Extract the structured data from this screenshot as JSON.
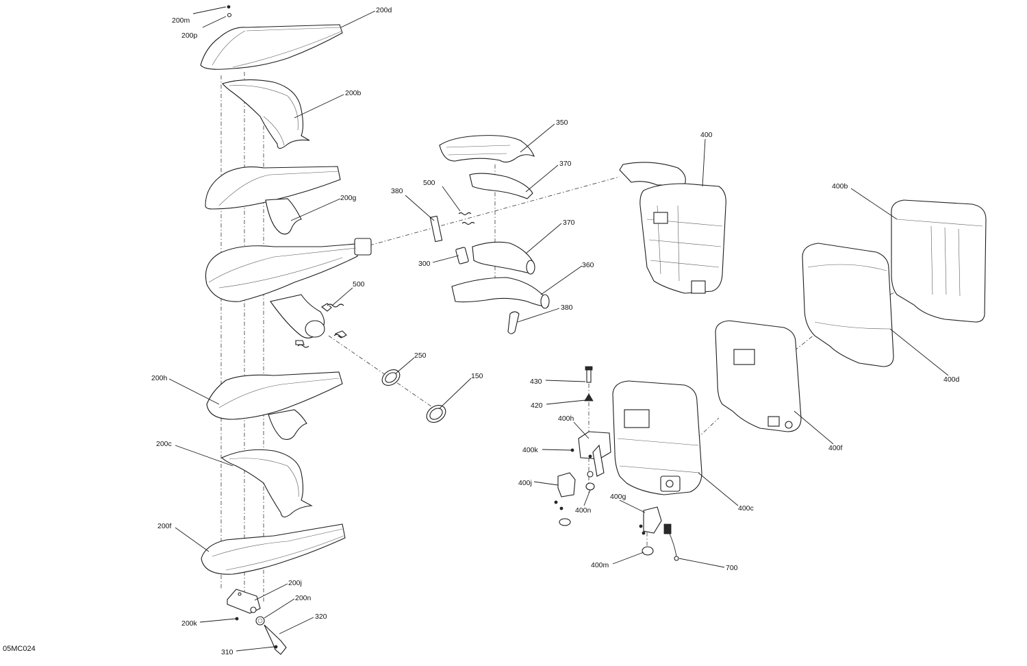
{
  "diagram": {
    "reference_code": "05MC024",
    "callouts": {
      "c200m": "200m",
      "c200p": "200p",
      "c200d": "200d",
      "c200b": "200b",
      "c200g": "200g",
      "c200h": "200h",
      "c200c": "200c",
      "c200f": "200f",
      "c200j": "200j",
      "c200n": "200n",
      "c200k": "200k",
      "c320": "320",
      "c310": "310",
      "c500a": "500",
      "c500b": "500",
      "c250": "250",
      "c150": "150",
      "c380a": "380",
      "c380b": "380",
      "c300": "300",
      "c350": "350",
      "c370a": "370",
      "c370b": "370",
      "c360": "360",
      "c400": "400",
      "c400b": "400b",
      "c400d": "400d",
      "c400f": "400f",
      "c400c": "400c",
      "c430": "430",
      "c420": "420",
      "c400h": "400h",
      "c400k": "400k",
      "c400j": "400j",
      "c400n": "400n",
      "c400g": "400g",
      "c400m": "400m",
      "c700": "700"
    }
  }
}
